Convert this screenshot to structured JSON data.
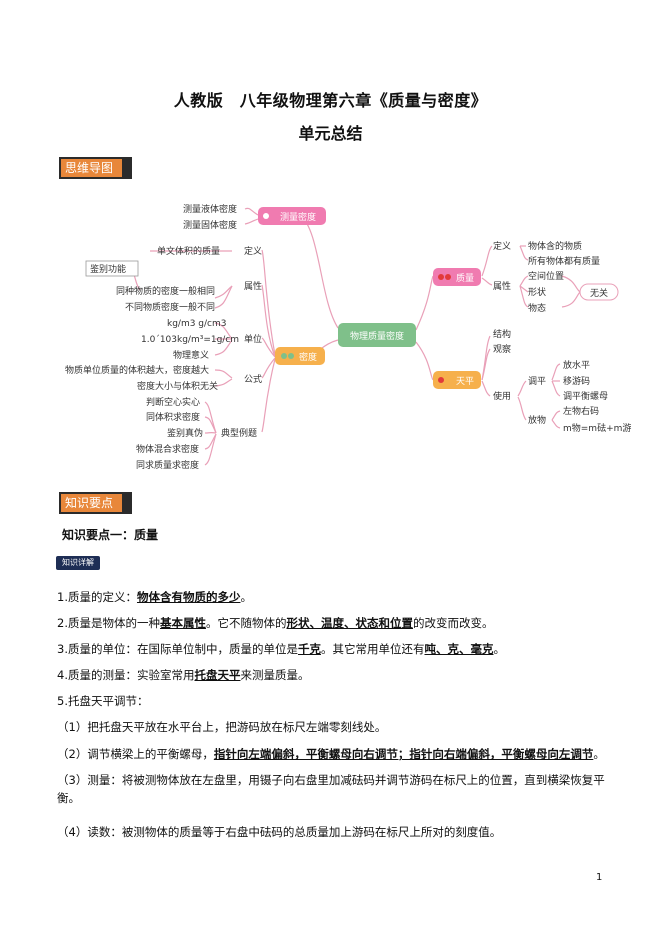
{
  "header": {
    "title": "人教版　八年级物理第六章《质量与密度》",
    "subtitle": "单元总结"
  },
  "sections": {
    "mindmap_label": "思维导图",
    "keypoints_label": "知识要点"
  },
  "mindmap": {
    "center": "物理质量密度",
    "measure_density": "测量密度",
    "measure_liquid": "测量液体密度",
    "measure_solid": "测量固体密度",
    "density": "密度",
    "definition": "定义",
    "density_def": "单文体积的质量",
    "property": "属性",
    "property_note": "鉴别功能",
    "same_substance": "同种物质的密度一般相同",
    "diff_substance": "不同物质密度一般不同",
    "unit": "单位",
    "unit_1": "kg/m3  g/cm3",
    "unit_2": "1.0´103kg/m³=1g/cm",
    "unit_3": "物理意义",
    "formula": "公式",
    "formula_1": "物质单位质量的体积越大，密度越大",
    "formula_2": "密度大小与体积无关",
    "examples": "典型例题",
    "example_1": "判断空心实心",
    "example_2": "同体积求密度",
    "example_3": "鉴别真伪",
    "example_4": "物体混合求密度",
    "example_5": "同求质量求密度",
    "mass": "质量",
    "mass_def_label": "定义",
    "mass_def": "物体含的物质",
    "mass_all": "所有物体都有质量",
    "mass_property": "属性",
    "mass_prop_1": "空间位置",
    "mass_prop_2": "形状",
    "mass_prop_3": "物态",
    "mass_irrelevant": "无关",
    "balance": "天平",
    "structure": "结构",
    "observe": "观察",
    "use": "使用",
    "adjust": "调平",
    "adjust_1": "放水平",
    "adjust_2": "移游码",
    "adjust_3": "调平衡螺母",
    "place": "放物",
    "place_1": "左物右码",
    "place_2": "m物=m砝+m游"
  },
  "point_one_title": "知识要点一：质量",
  "badge": "知识详解",
  "paragraphs": {
    "p1_pre": "1.质量的定义：",
    "p1_bold": "物体含有物质的多少",
    "p1_post": "。",
    "p2_pre": "2.质量是物体的一种",
    "p2_bold1": "基本属性",
    "p2_mid": "。它不随物体的",
    "p2_bold2": "形状、温度、状态和位置",
    "p2_post": "的改变而改变。",
    "p3_pre": "3.质量的单位：在国际单位制中，质量的单位是",
    "p3_bold1": "千克",
    "p3_mid": "。其它常用单位还有",
    "p3_bold2": "吨、克、毫克",
    "p3_post": "。",
    "p4_pre": "4.质量的测量：实验室常用",
    "p4_bold": "托盘天平",
    "p4_post": "来测量质量。",
    "p5": "5.托盘天平调节：",
    "p6": "（1）把托盘天平放在水平台上，把游码放在标尺左端零刻线处。",
    "p7_pre": "（2）调节横梁上的平衡螺母，",
    "p7_bold": "指针向左端偏斜，平衡螺母向右调节；指针向右端偏斜，平衡螺母向左调节",
    "p7_post": "。",
    "p8": "（3）测量：将被测物体放在左盘里，用镊子向右盘里加减砝码并调节游码在标尺上的位置，直到横梁恢复平衡。",
    "p9": "（4）读数：被测物体的质量等于右盘中砝码的总质量加上游码在标尺上所对的刻度值。"
  },
  "page_number": "1",
  "colors": {
    "accent": "#e8873a",
    "pink": "#f07bb0",
    "green": "#7fc08a",
    "orange": "#f6b04c"
  }
}
